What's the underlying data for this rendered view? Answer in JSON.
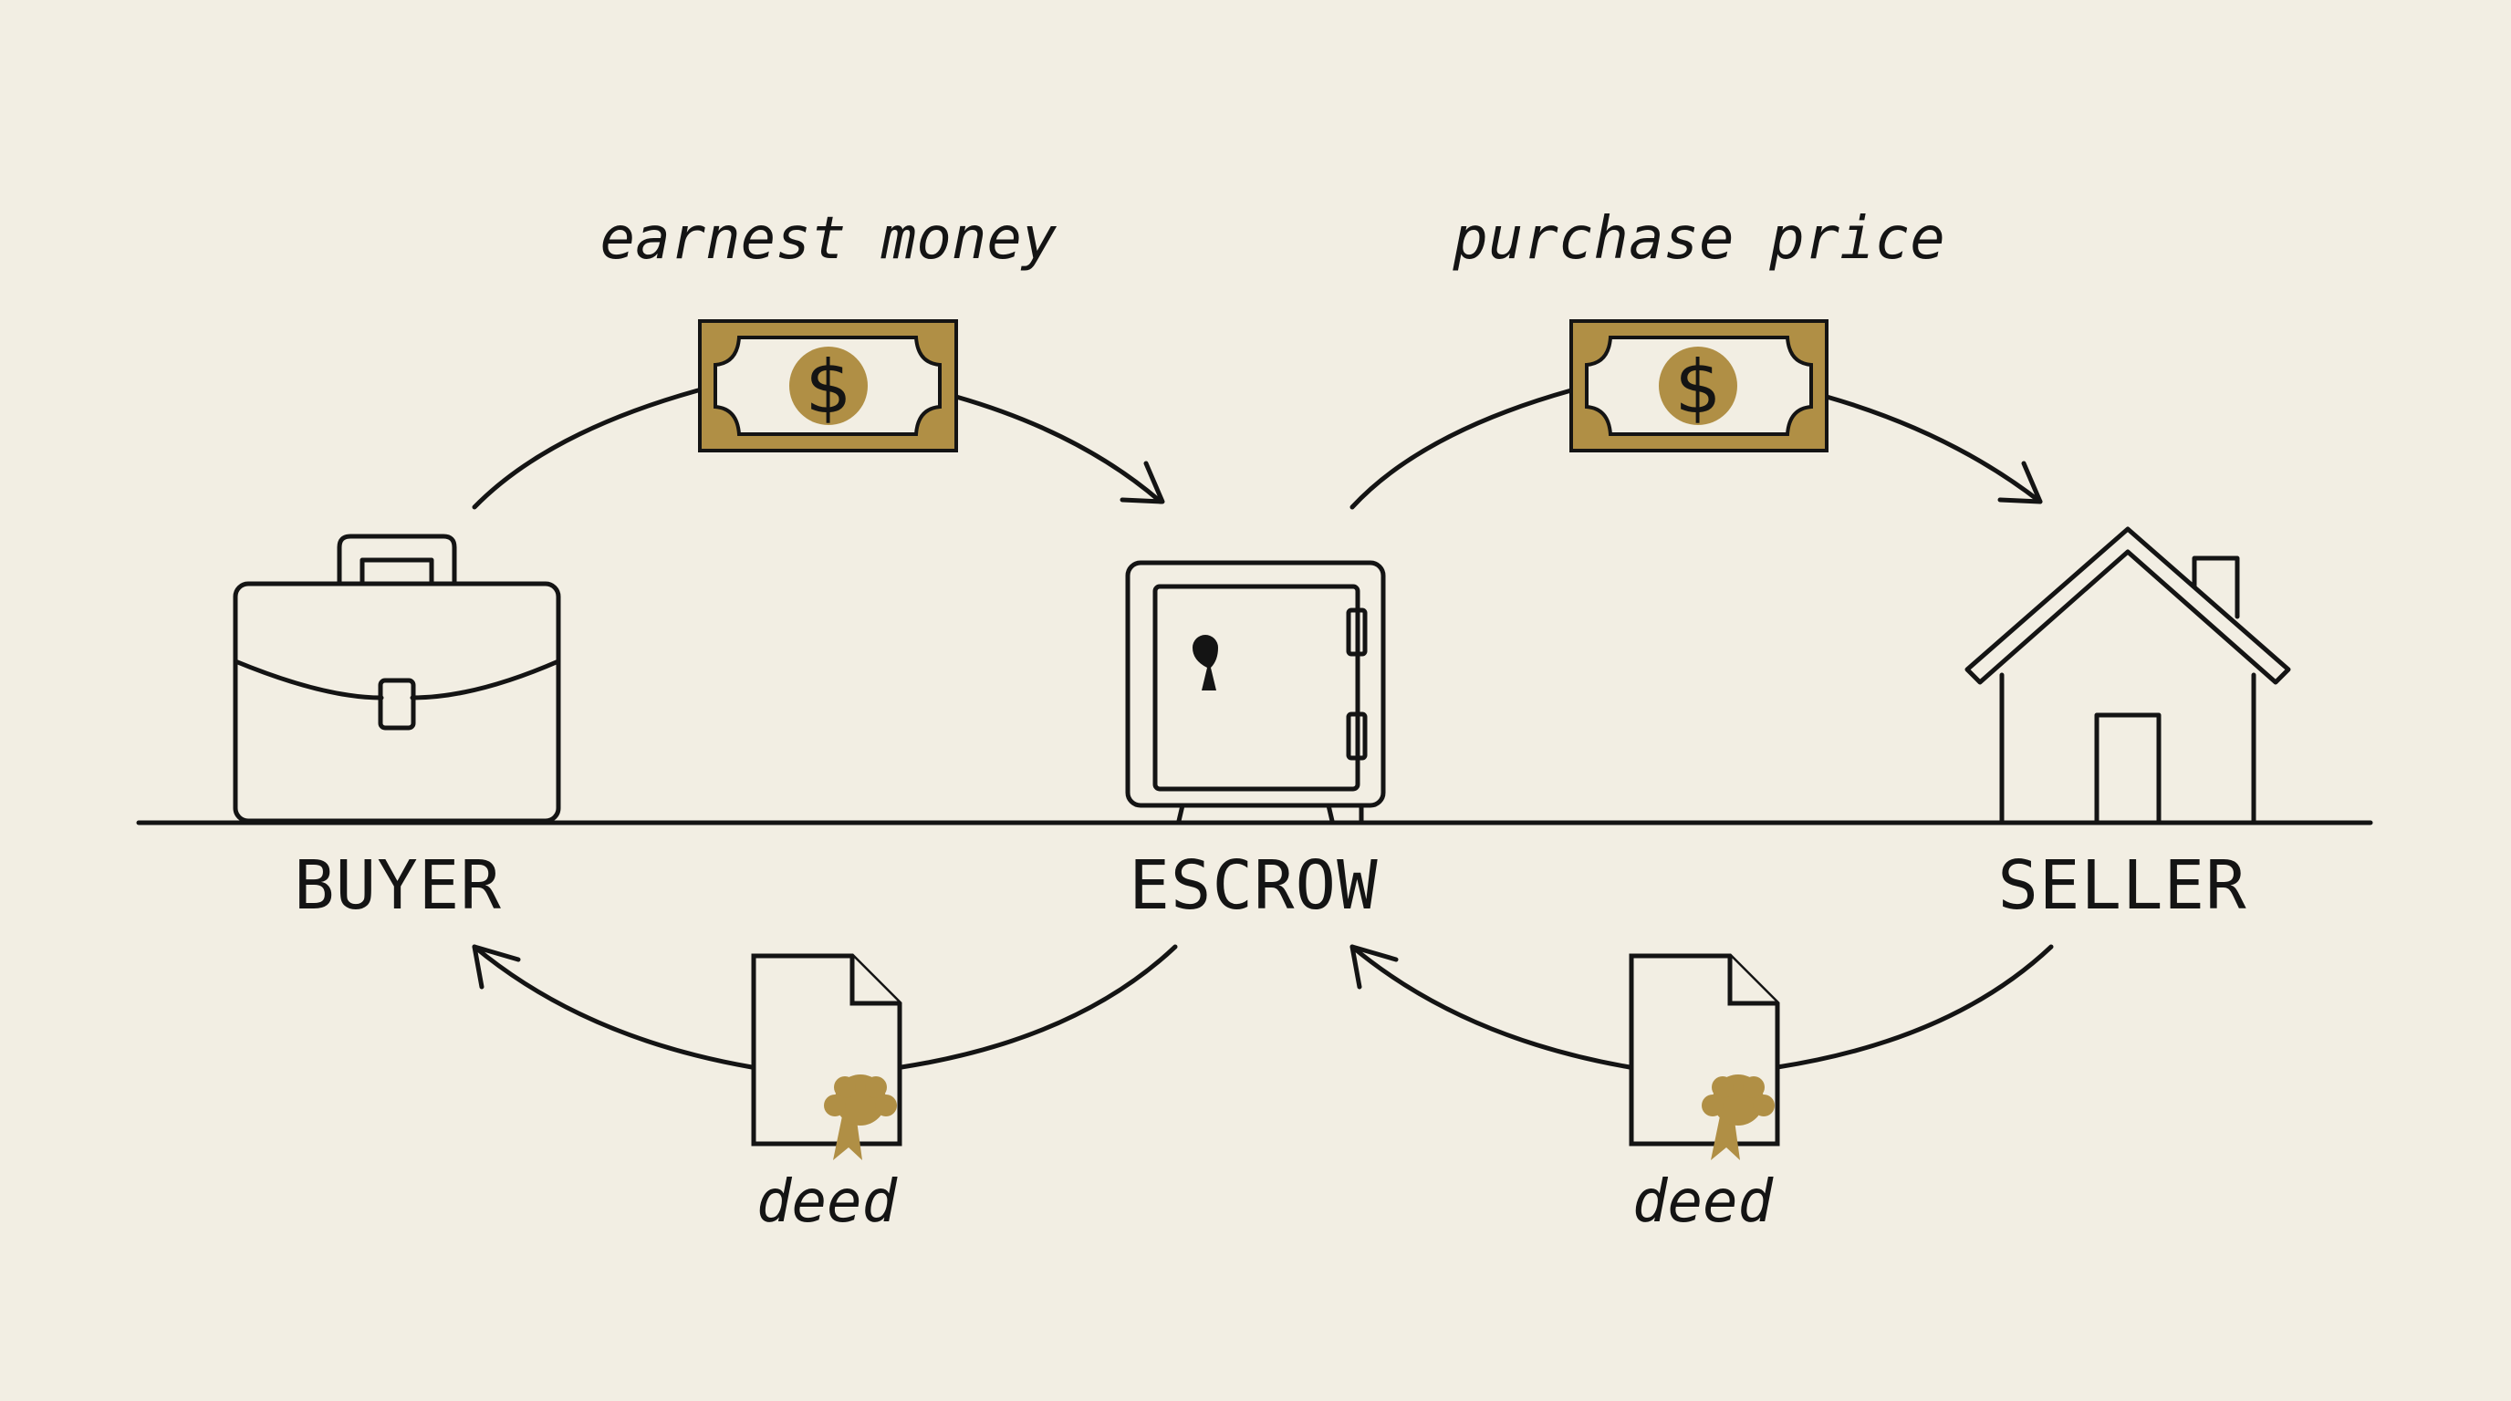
{
  "diagram": {
    "parties": {
      "buyer": "BUYER",
      "escrow": "ESCROW",
      "seller": "SELLER"
    },
    "flows": {
      "buyer_to_escrow": "earnest money",
      "escrow_to_seller": "purchase price",
      "escrow_to_buyer": "deed",
      "seller_to_escrow": "deed"
    },
    "colors": {
      "background": "#f2eee3",
      "ink": "#141414",
      "accent": "#b08f45"
    },
    "icons": {
      "buyer": "briefcase-icon",
      "escrow": "safe-icon",
      "seller": "house-icon",
      "money": "dollar-bill-icon",
      "document": "deed-document-icon"
    }
  }
}
